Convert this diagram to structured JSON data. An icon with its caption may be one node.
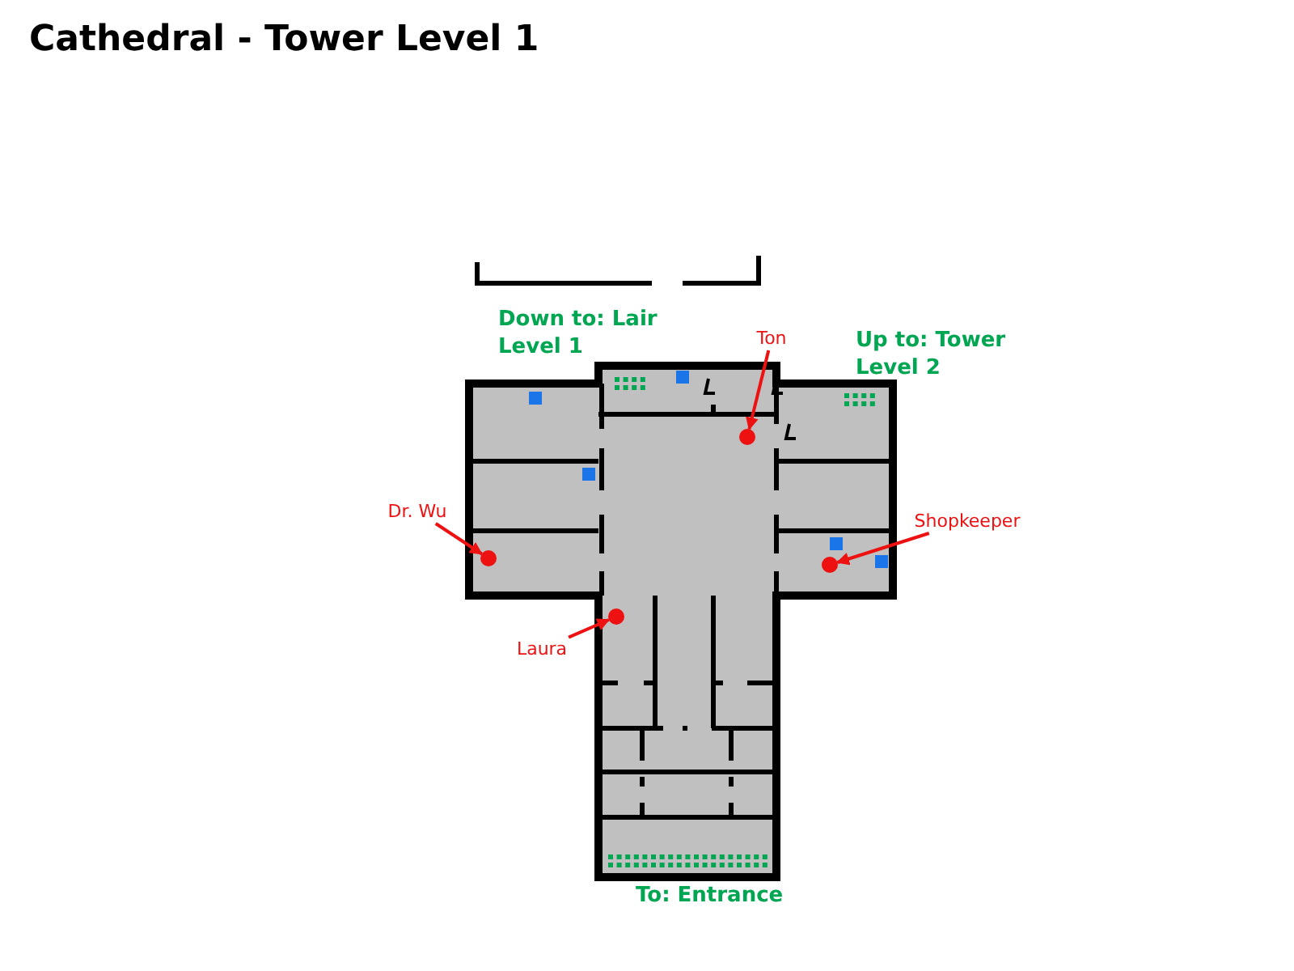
{
  "diagram": {
    "title": "Cathedral - Tower Level 1",
    "nodes": [
      {
        "text": [
          "Ton"
        ]
      },
      {
        "text": [],
        "shape": "circle"
      },
      {
        "text": [
          "Dr. Wu"
        ]
      },
      {
        "text": [],
        "shape": "circle"
      },
      {
        "text": [
          "Laura"
        ]
      },
      {
        "text": [],
        "shape": "circle"
      },
      {
        "text": [
          "Shopkeeper"
        ]
      },
      {
        "text": [],
        "shape": "circle"
      }
    ],
    "edges": [
      {
        "from": 0,
        "to": 1,
        "arrow": "to"
      },
      {
        "from": 2,
        "to": 3,
        "arrow": "to"
      },
      {
        "from": 4,
        "to": 5,
        "arrow": "to"
      },
      {
        "from": 6,
        "to": 7,
        "arrow": "to"
      }
    ],
    "labels": [
      "Down to: Lair Level 1",
      "Up to: Tower Level 2",
      "To: Entrance"
    ]
  }
}
